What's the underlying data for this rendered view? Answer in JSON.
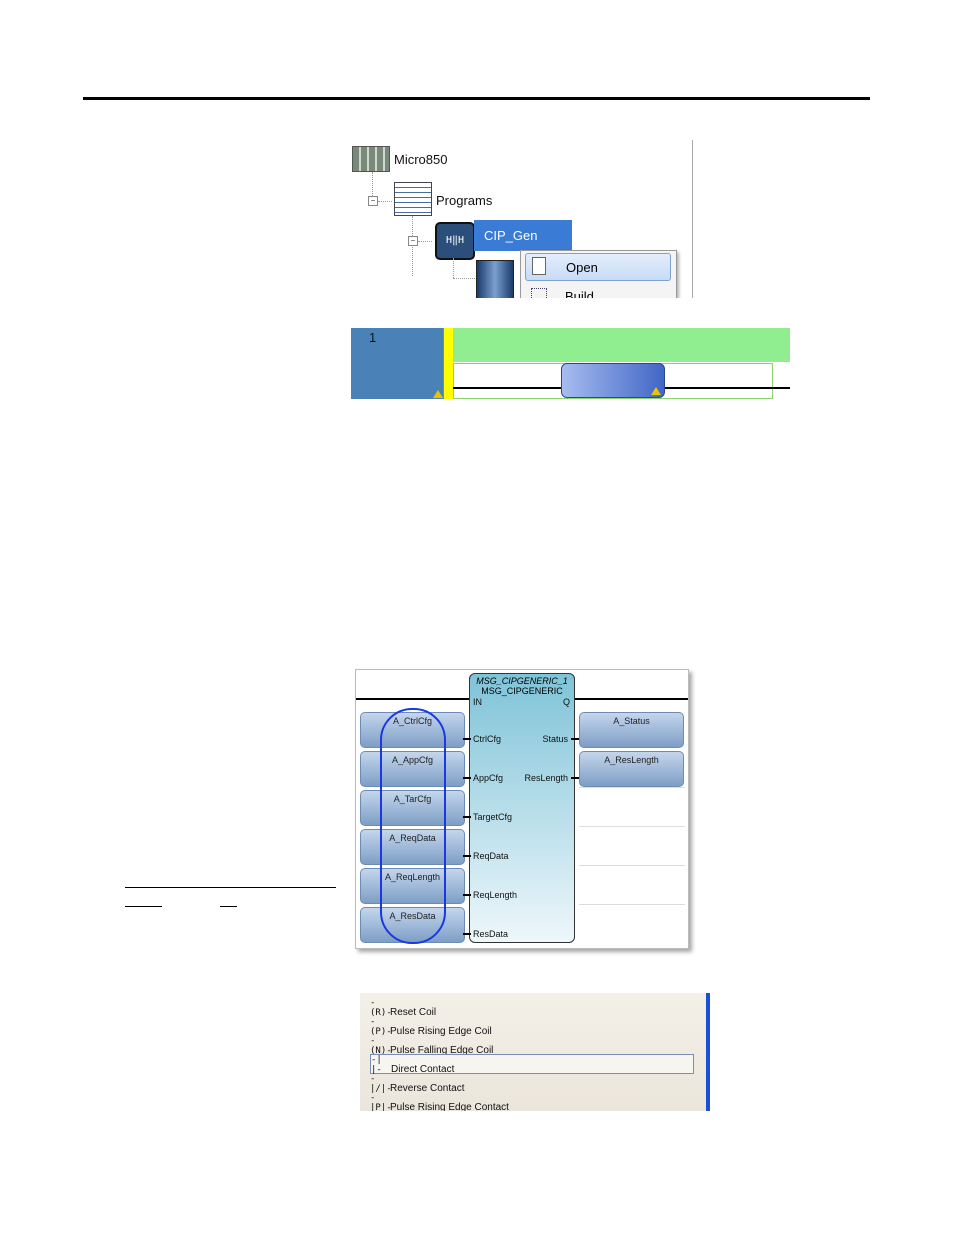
{
  "tree": {
    "root": "Micro850",
    "programs": "Programs",
    "program": "CIP_Gen",
    "menu": [
      "Open",
      "Build"
    ]
  },
  "rung": {
    "number": "1"
  },
  "function_block": {
    "instance": "MSG_CIPGENERIC_1",
    "type": "MSG_CIPGENERIC",
    "in_pin": "IN",
    "out_pin": "Q",
    "inputs": [
      {
        "var": "A_CtrlCfg",
        "pin": "CtrlCfg"
      },
      {
        "var": "A_AppCfg",
        "pin": "AppCfg"
      },
      {
        "var": "A_TarCfg",
        "pin": "TargetCfg"
      },
      {
        "var": "A_ReqData",
        "pin": "ReqData"
      },
      {
        "var": "A_ReqLength",
        "pin": "ReqLength"
      },
      {
        "var": "A_ResData",
        "pin": "ResData"
      }
    ],
    "outputs": [
      {
        "var": "A_Status",
        "pin": "Status"
      },
      {
        "var": "A_ResLength",
        "pin": "ResLength"
      }
    ]
  },
  "instructions": [
    {
      "icon": "-(R)-",
      "label": "Reset Coil"
    },
    {
      "icon": "-(P)-",
      "label": "Pulse Rising Edge Coil"
    },
    {
      "icon": "-(N)-",
      "label": "Pulse Falling Edge Coil"
    },
    {
      "icon": "-| |-",
      "label": "Direct Contact"
    },
    {
      "icon": "-|/|-",
      "label": "Reverse Contact"
    },
    {
      "icon": "-|P|-",
      "label": "Pulse Rising Edge Contact"
    }
  ]
}
